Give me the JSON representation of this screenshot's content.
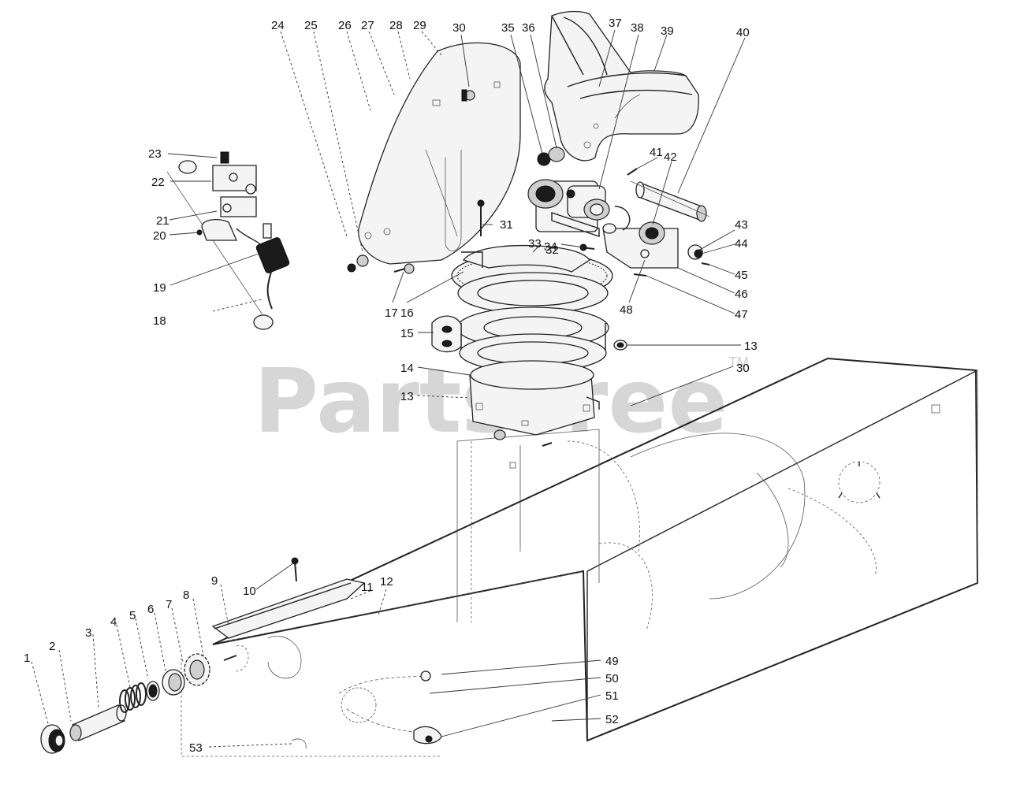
{
  "watermark": {
    "text": "PartsTree",
    "trademark": "TM"
  },
  "part_labels": [
    "1",
    "2",
    "3",
    "4",
    "5",
    "6",
    "7",
    "8",
    "9",
    "10",
    "11",
    "12",
    "13",
    "14",
    "15",
    "16",
    "17",
    "18",
    "19",
    "20",
    "21",
    "22",
    "23",
    "24",
    "25",
    "26",
    "27",
    "28",
    "29",
    "30",
    "31",
    "32",
    "33",
    "34",
    "35",
    "36",
    "37",
    "38",
    "39",
    "40",
    "41",
    "42",
    "43",
    "44",
    "45",
    "46",
    "47",
    "48",
    "49",
    "50",
    "51",
    "52",
    "53",
    "13",
    "30"
  ]
}
